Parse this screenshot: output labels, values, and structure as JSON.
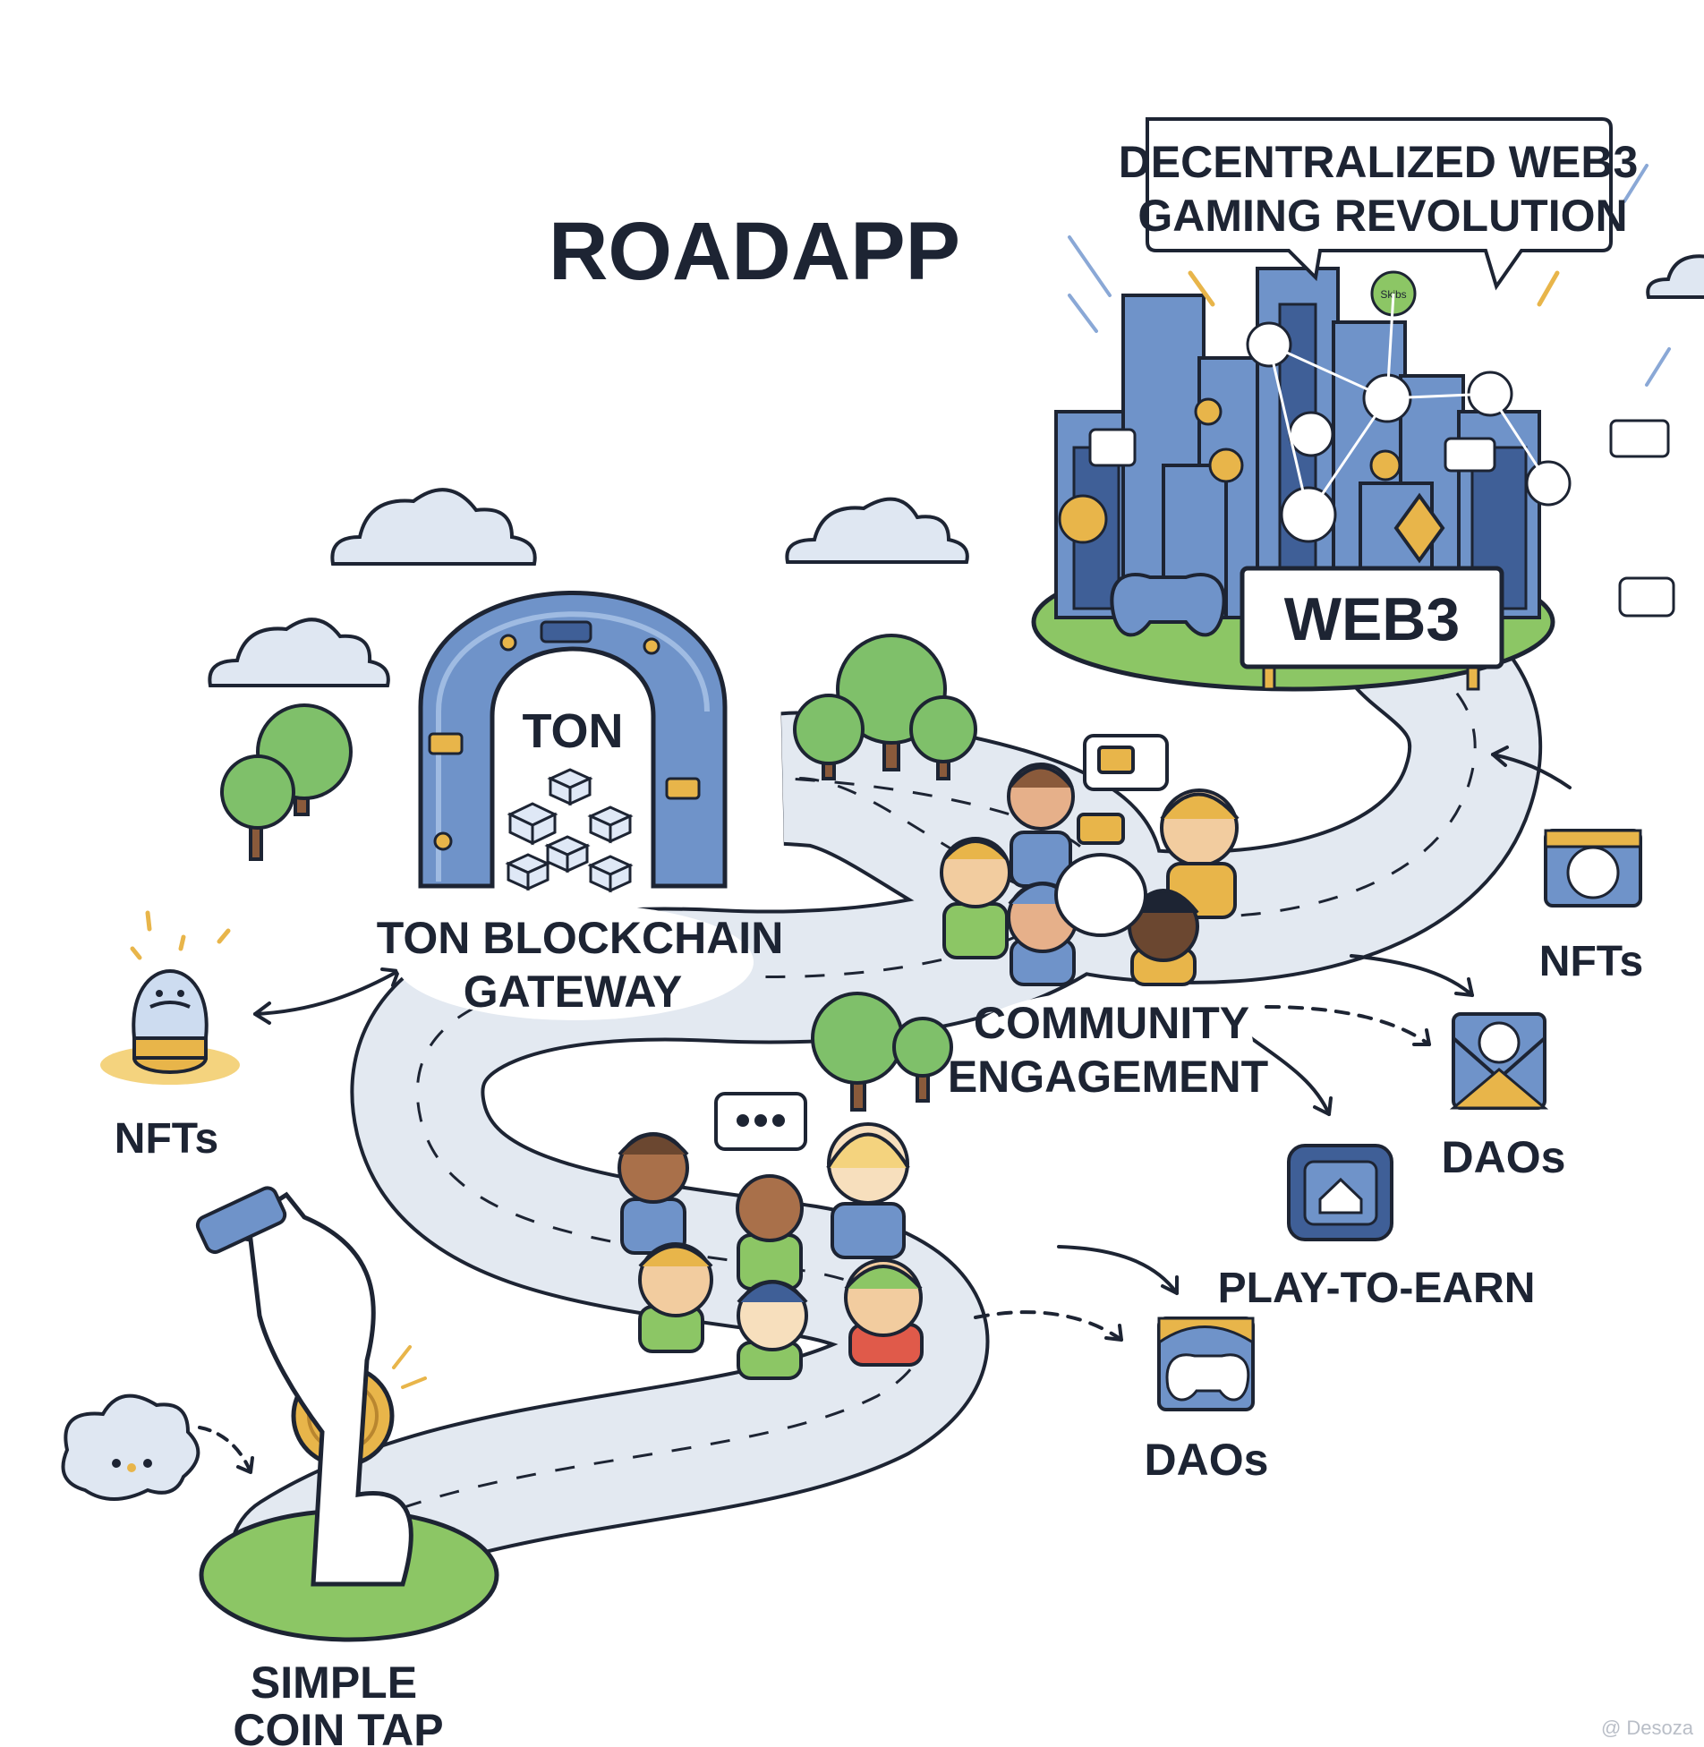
{
  "title": "ROADAPP",
  "speech_bubble": {
    "line1": "DECENTRALIZED WEB3",
    "line2": "GAMING REVOLUTION"
  },
  "city_sign": "WEB3",
  "arch_sign": "TON",
  "city_badge": "Skibs",
  "labels": {
    "gateway_line1": "TON BLOCKCHAIN",
    "gateway_line2": "GATEWAY",
    "community_line1": "COMMUNITY",
    "community_line2": "ENGAGEMENT",
    "nfts_left": "NFTs",
    "nfts_right": "NFTs",
    "daos_right": "DAOs",
    "daos_bottom": "DAOs",
    "play_to_earn": "PLAY-TO-EARN",
    "start_line1": "SIMPLE",
    "start_line2": "COIN TAP"
  },
  "watermark": "@ Desoza",
  "colors": {
    "road": "#e3e9f1",
    "blue": "#6f93c9",
    "dark_blue": "#3f5f97",
    "grass": "#8cc665",
    "gold": "#e8b54a",
    "ink": "#1d2433",
    "tree": "#7fc06a"
  }
}
